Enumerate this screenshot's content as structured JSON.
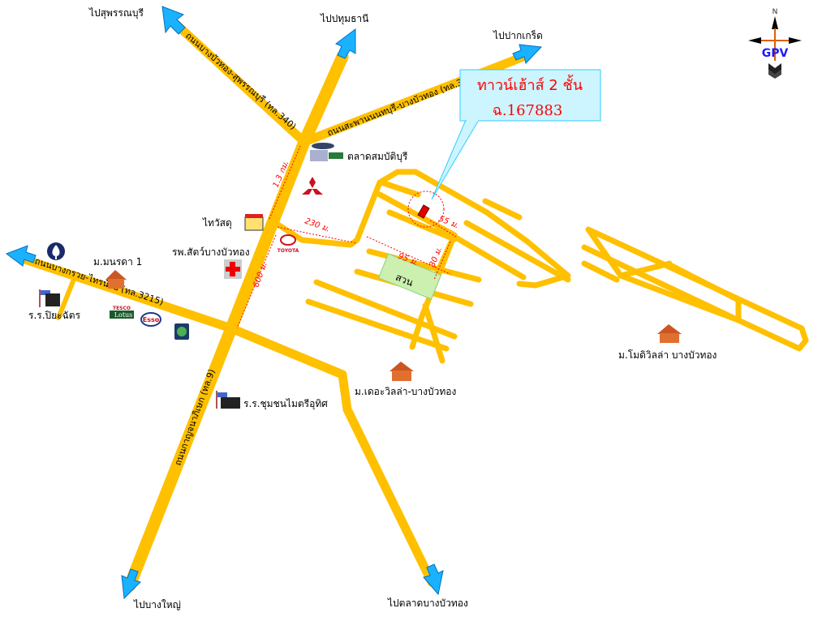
{
  "callout": {
    "title": "ทาวน์เฮ้าส์ 2 ชั้น",
    "code": "ฉ.167883",
    "text_color": "#ff0000",
    "bg": "#ccf5ff"
  },
  "directions": {
    "suphanburi": "ไปสุพรรณบุรี",
    "pathumthani": "ไปปทุมธานี",
    "pakkret": "ไปปากเกร็ด",
    "bangyai": "ไปบางใหญ่",
    "bangbuathong_market": "ไปตลาดบางบัวทอง"
  },
  "roads": {
    "suphanburi_road": "ถนนบางบัวทอง-สุพรรณบุรี (ทล.340)",
    "nonthaburi_road": "ถนนสะพานนนทบุรี-บางบัวทอง (ทล.346)",
    "bangkruai_road": "ถนนบางกรวย-ไทรน้อย (ทล.3215)",
    "kanchanaphisek_road": "ถนนกาญจนาภิเษก (ทล.9)"
  },
  "places": {
    "market": "ตลาดสมบัติบุรี",
    "thaiwatsadu": "ไทวัสดุ",
    "vet_hospital": "รพ.สัตว์บางบัวทอง",
    "monrada": "ม.มนรดา 1",
    "piyachat_school": "ร.ร.ปิยะฉัตร",
    "maitri_school": "ร.ร.ชุมชนไมตรีอุทิศ",
    "the_villa": "ม.เดอะวิลล่า-บางบัวทอง",
    "modi_villa": "ม.โมดิวิลล่า บางบัวทอง",
    "park": "สวน"
  },
  "logos": {
    "tesco": "TESCO",
    "lotus": "Lotus",
    "esso": "Esso",
    "toyota": "TOYOTA"
  },
  "distances": {
    "d1": "1.3 กม.",
    "d2": "230 ม.",
    "d3": "600 ม.",
    "d4": "95 ม.",
    "d5": "55 ม.",
    "d6": "30 ม."
  },
  "compass": {
    "north": "N",
    "brand": "GPV"
  },
  "colors": {
    "road": "#ffc000",
    "arrow": "#1ab2ff",
    "distance": "#ff0000"
  }
}
